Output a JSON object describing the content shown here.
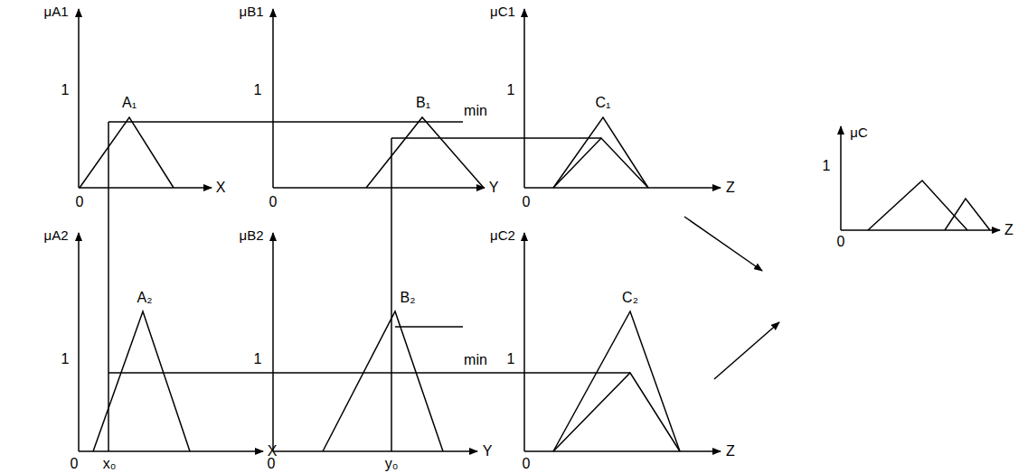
{
  "diagram": {
    "labels": [
      "μA1",
      "A₁",
      "1",
      "0",
      "X",
      "μB1",
      "B₁",
      "1",
      "min",
      "0",
      "Y",
      "μC1",
      "C₁",
      "1",
      "0",
      "Z",
      "μC",
      "1",
      "0",
      "Z",
      "μA2",
      "A₂",
      "1",
      "0",
      "x₀",
      "X",
      "μB2",
      "B₂",
      "1",
      "0",
      "y₀",
      "Y",
      "μC2",
      "1",
      "C₂",
      "min",
      "0",
      "Z"
    ]
  }
}
